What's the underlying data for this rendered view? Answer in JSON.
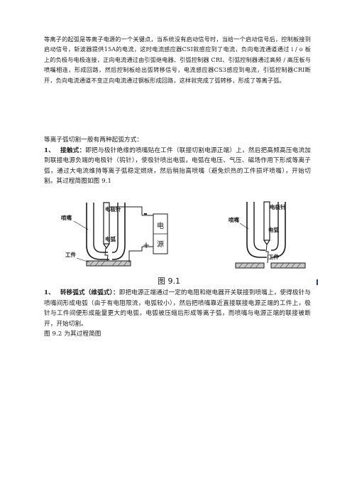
{
  "paragraph_1": "等离子的起弧是等离子电源的一个关键点，当系统没有启动信号时，当给一个启动信号后，控制板接到启动信号，斩波器提供15A的电流，这时电流感应器CSI就感应到了电流，负向电流通道通过 i / o 板上的负极与电极连接，正向电流通过由引弧继电器、引弧控制器 CRI、引弧控制器通过高频 / 高压板与喷嘴相连，形成回路，然后控制板给出弧转移信号，电流感应器CS3感应到电流，引弧控制器CRI断开，负向电流通道不变正向电流通过钢板形成回路，这样就完成了弧转移，形成了等离子弧。",
  "section_heading": "等离子弧切割一般有两种起弧方式：",
  "item1": {
    "number": "1、",
    "title": "接触式：",
    "body": "即把与极针绝缘的喷嘴贴在工件（联接切割电源正端）上，然后把高频高压电流加到联接电源负端的电极针（钨针），使极针喷出电弧，电弧在电压、气压、磁场作用下形成等离子弧，通过大电流维持等离子弧稳定燃烧，然后稍抬高喷嘴（避免炽热的工件损坏喷嘴），开始切割。其过程简图如图 9.1"
  },
  "figure_left": {
    "nozzle": "喷嘴",
    "electrode": "电极针",
    "arc": "电弧",
    "workpiece": "工件",
    "minus": "-",
    "plus": "+",
    "power_top": "电",
    "power_bottom": "源"
  },
  "figure_right": {
    "nozzle": "喷嘴",
    "electrode": "电极针",
    "arc": "电弧",
    "workpiece": "工件"
  },
  "figure_caption": "图 9.1",
  "item2": {
    "number": "1、",
    "title": "转移弧式（维弧式）：",
    "body": "即把电源正端通过一定的电阻和继电器开关联接到喷嘴上，使得极针与喷嘴间形成电弧（由于有电阻限流，电弧较小），然后把喷嘴靠近直接联接电源正端的工件上，极针与工件间便形成能量更大的电弧，电弧被压缩后形成等离子弧，而喷嘴与电源正端的联接被断开，开始切割。"
  },
  "item2_figure_ref": "图 9.2 为其过程简图"
}
